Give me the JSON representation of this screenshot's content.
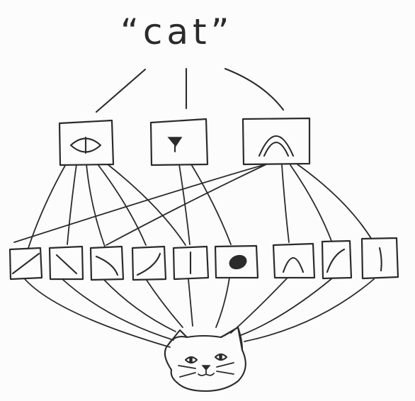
{
  "label": "“cat”",
  "ink_color": "#2b2b2b",
  "background_color": "#fcfcfc",
  "mid_features": [
    "eye",
    "nose",
    "ear-arch"
  ],
  "low_features": [
    "diagonal-stroke-rising",
    "diagonal-stroke-falling",
    "curve-falling",
    "curve-rising",
    "vertical-bar",
    "filled-blob",
    "arch",
    "slanted-stroke",
    "vertical-stroke"
  ],
  "input_image": "cat-face"
}
